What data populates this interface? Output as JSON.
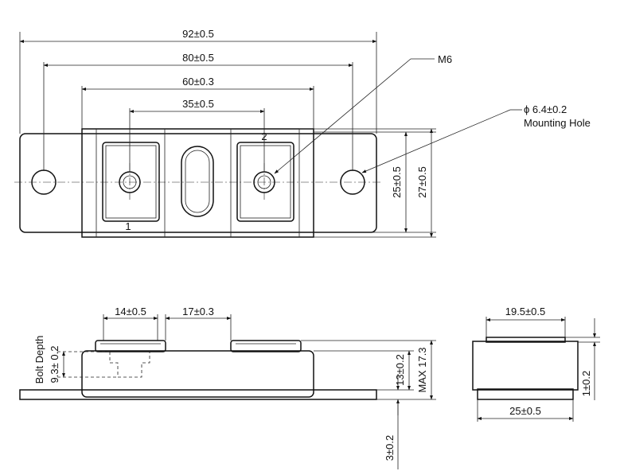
{
  "top_view": {
    "dims": {
      "overall_length": "92±0.5",
      "hole_spacing": "80±0.5",
      "body_length": "60±0.3",
      "terminal_spacing": "35±0.5",
      "inner_width": "25±0.5",
      "outer_width": "27±0.5"
    },
    "terminal_labels": {
      "t1": "1",
      "t2": "2"
    },
    "callouts": {
      "thread": "M6",
      "hole_size": "ϕ 6.4±0.2",
      "hole_name": "Mounting Hole"
    }
  },
  "side_view": {
    "dims": {
      "terminal_width": "14±0.5",
      "terminal_gap": "17±0.3",
      "bolt_depth_value": "9.3± 0.2",
      "body_height": "13±0.2",
      "max_height": "MAX 17.3",
      "base_thickness": "3±0.2"
    },
    "bolt_depth_label": "Bolt Depth"
  },
  "end_view": {
    "dims": {
      "top_width": "19.5±0.5",
      "bottom_width": "25±0.5",
      "flange": "1±0.2"
    }
  }
}
